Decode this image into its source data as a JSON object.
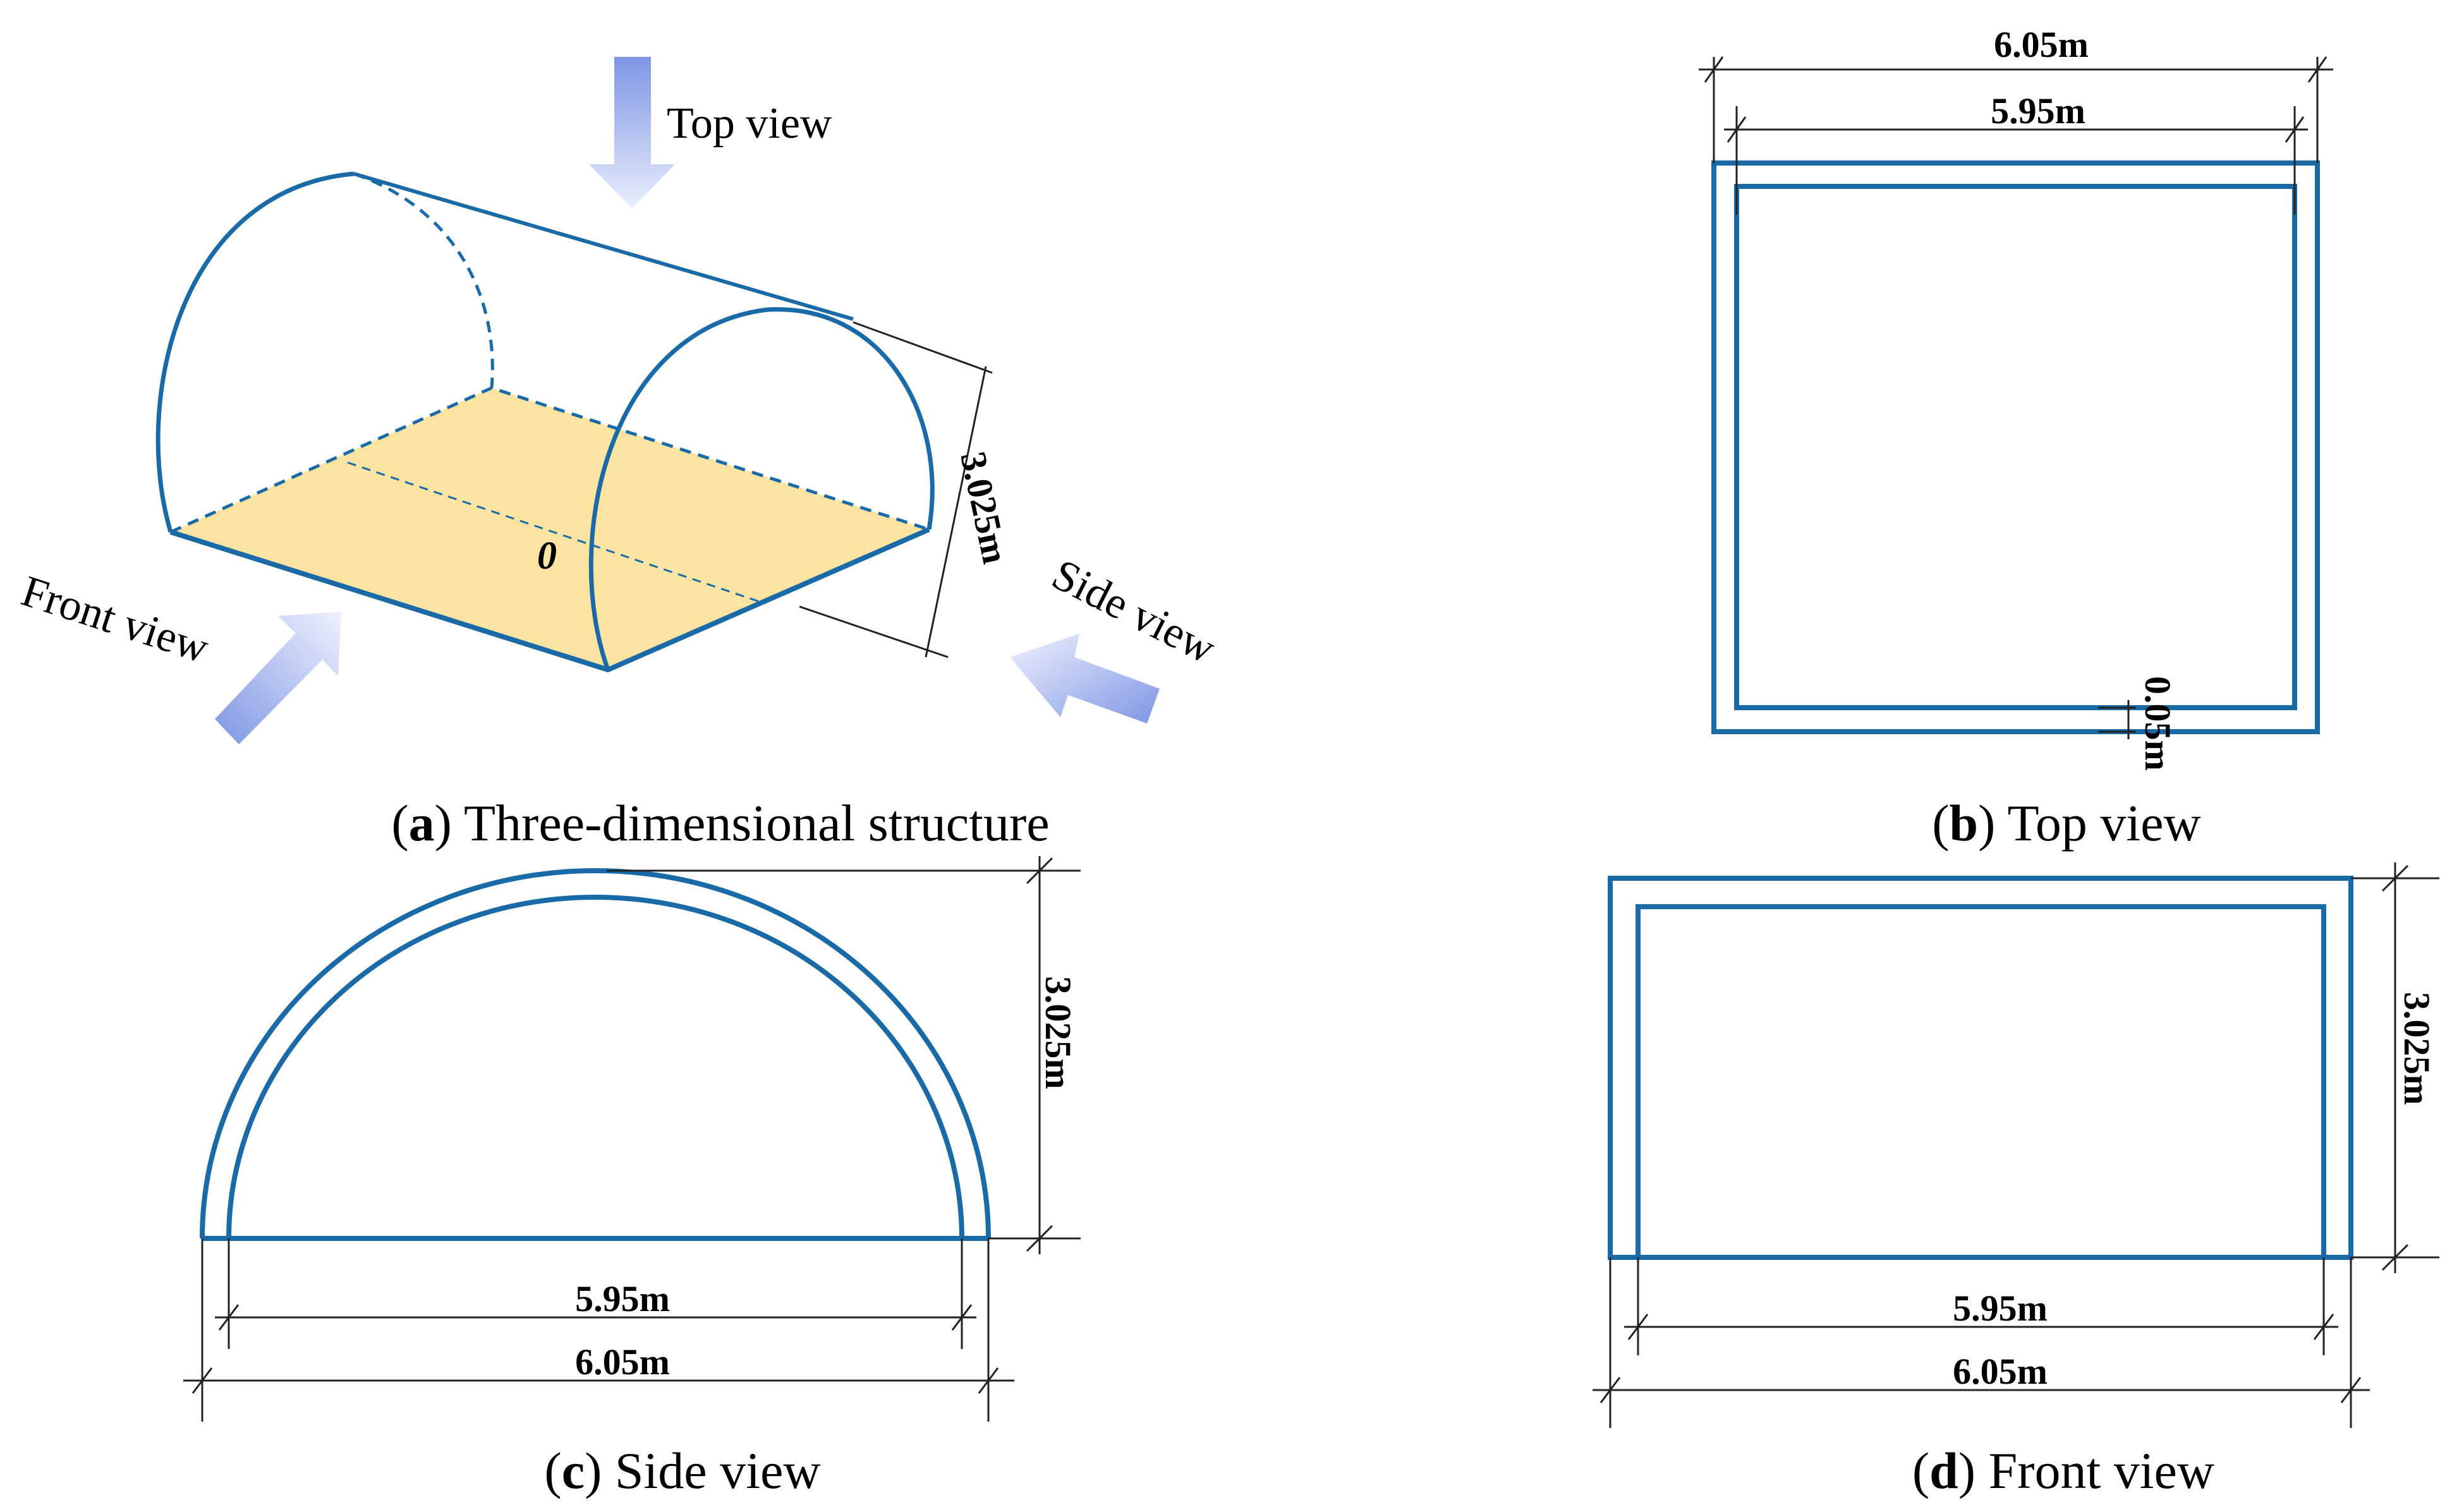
{
  "colors": {
    "structure": "#1a6aa8",
    "floor": "#fbe4a2",
    "arrow": "#7e95e4",
    "dimension": "#222222"
  },
  "panel_a": {
    "origin_label": "0",
    "top_view_label": "Top view",
    "side_view_label": "Side view",
    "front_view_label": "Front view",
    "height_dim": "3.025m",
    "caption_letter": "a",
    "caption_text": " Three-dimensional structure"
  },
  "panel_b": {
    "outer_width": "6.05m",
    "inner_width": "5.95m",
    "wall_thickness": "0.05m",
    "caption_letter": "b",
    "caption_text": " Top view"
  },
  "panel_c": {
    "height_dim": "3.025m",
    "inner_width": "5.95m",
    "outer_width": "6.05m",
    "caption_letter": "c",
    "caption_text": " Side view"
  },
  "panel_d": {
    "height_dim": "3.025m",
    "inner_width": "5.95m",
    "outer_width": "6.05m",
    "caption_letter": "d",
    "caption_text": " Front view"
  }
}
